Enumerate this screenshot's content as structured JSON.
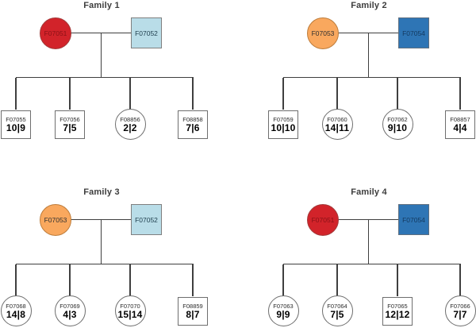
{
  "diagram": {
    "type": "pedigree-chart",
    "colors": {
      "mother_red": "#d2232a",
      "mother_orange": "#f9a85e",
      "father_light_blue": "#b9dde8",
      "father_dark_blue": "#2e75b5",
      "line": "#3f3f3f",
      "child_fill": "#ffffff"
    }
  },
  "families": [
    {
      "title": "Family 1",
      "mother": {
        "id": "F07051",
        "shape": "circle",
        "color": "red"
      },
      "father": {
        "id": "F07052",
        "shape": "square",
        "color": "light-blue"
      },
      "children": [
        {
          "id": "F07055",
          "value": "10|9",
          "shape": "square"
        },
        {
          "id": "F07056",
          "value": "7|5",
          "shape": "square"
        },
        {
          "id": "F08856",
          "value": "2|2",
          "shape": "circle"
        },
        {
          "id": "F08858",
          "value": "7|6",
          "shape": "square"
        }
      ]
    },
    {
      "title": "Family 2",
      "mother": {
        "id": "F07053",
        "shape": "circle",
        "color": "orange"
      },
      "father": {
        "id": "F07054",
        "shape": "square",
        "color": "dark-blue"
      },
      "children": [
        {
          "id": "F07059",
          "value": "10|10",
          "shape": "square"
        },
        {
          "id": "F07060",
          "value": "14|11",
          "shape": "circle"
        },
        {
          "id": "F07062",
          "value": "9|10",
          "shape": "circle"
        },
        {
          "id": "F08857",
          "value": "4|4",
          "shape": "square"
        }
      ]
    },
    {
      "title": "Family 3",
      "mother": {
        "id": "F07053",
        "shape": "circle",
        "color": "orange"
      },
      "father": {
        "id": "F07052",
        "shape": "square",
        "color": "light-blue"
      },
      "children": [
        {
          "id": "F07068",
          "value": "14|8",
          "shape": "circle"
        },
        {
          "id": "F07069",
          "value": "4|3",
          "shape": "circle"
        },
        {
          "id": "F07070",
          "value": "15|14",
          "shape": "circle"
        },
        {
          "id": "F08859",
          "value": "8|7",
          "shape": "square"
        }
      ]
    },
    {
      "title": "Family 4",
      "mother": {
        "id": "F07051",
        "shape": "circle",
        "color": "red"
      },
      "father": {
        "id": "F07054",
        "shape": "square",
        "color": "dark-blue"
      },
      "children": [
        {
          "id": "F07063",
          "value": "9|9",
          "shape": "circle"
        },
        {
          "id": "F07064",
          "value": "7|5",
          "shape": "circle"
        },
        {
          "id": "F07065",
          "value": "12|12",
          "shape": "square"
        },
        {
          "id": "F07066",
          "value": "7|7",
          "shape": "circle"
        }
      ]
    }
  ]
}
